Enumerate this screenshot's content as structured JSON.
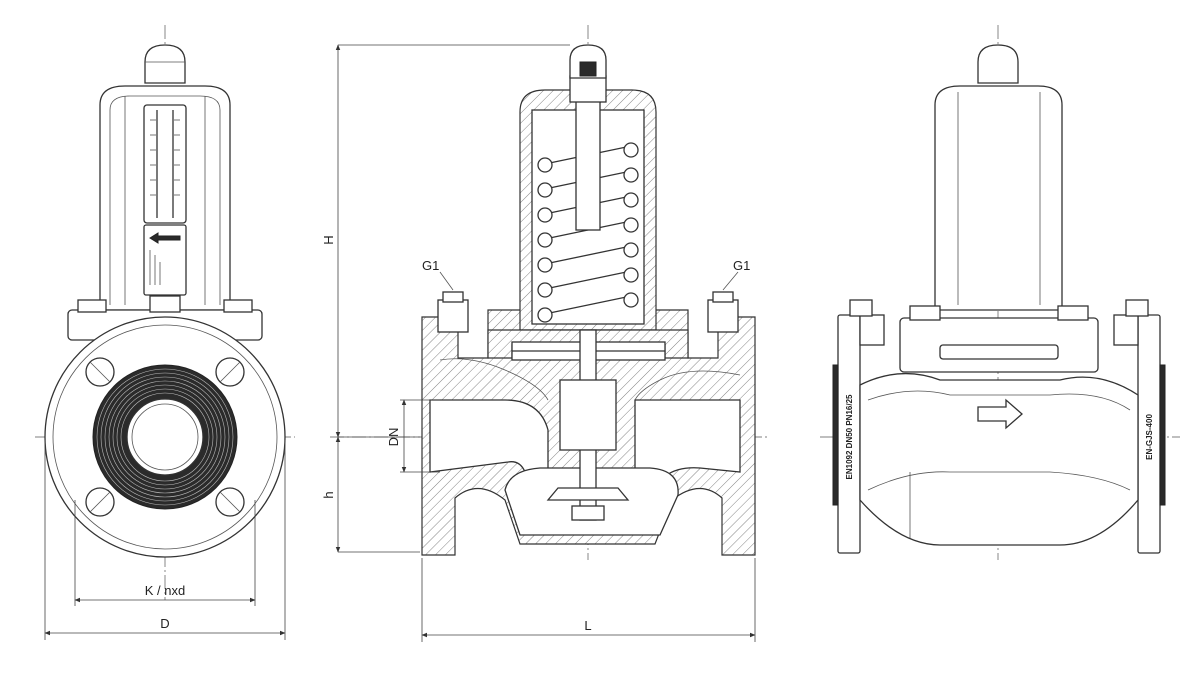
{
  "dimensions": {
    "H": "H",
    "h": "h",
    "DN": "DN",
    "L": "L",
    "D": "D",
    "K": "K / nxd",
    "G1_left": "G1",
    "G1_right": "G1"
  },
  "flange_markings": {
    "left": "EN1092 DN50 PN16/25",
    "right": "EN-GJS-400"
  }
}
